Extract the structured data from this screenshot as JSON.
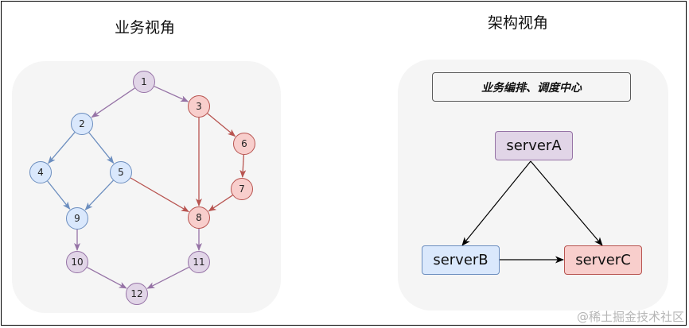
{
  "left_title": "业务视角",
  "right_title": "架构视角",
  "dag": {
    "nodes": [
      {
        "id": "1",
        "label": "1",
        "color": "purple"
      },
      {
        "id": "2",
        "label": "2",
        "color": "blue"
      },
      {
        "id": "3",
        "label": "3",
        "color": "red"
      },
      {
        "id": "4",
        "label": "4",
        "color": "blue"
      },
      {
        "id": "5",
        "label": "5",
        "color": "blue"
      },
      {
        "id": "6",
        "label": "6",
        "color": "red"
      },
      {
        "id": "7",
        "label": "7",
        "color": "red"
      },
      {
        "id": "8",
        "label": "8",
        "color": "red"
      },
      {
        "id": "9",
        "label": "9",
        "color": "blue"
      },
      {
        "id": "10",
        "label": "10",
        "color": "purple"
      },
      {
        "id": "11",
        "label": "11",
        "color": "purple"
      },
      {
        "id": "12",
        "label": "12",
        "color": "purple"
      }
    ],
    "edges": [
      {
        "from": "1",
        "to": "2",
        "color": "purple"
      },
      {
        "from": "1",
        "to": "3",
        "color": "purple"
      },
      {
        "from": "2",
        "to": "4",
        "color": "blue"
      },
      {
        "from": "2",
        "to": "5",
        "color": "blue"
      },
      {
        "from": "4",
        "to": "9",
        "color": "blue"
      },
      {
        "from": "5",
        "to": "9",
        "color": "blue"
      },
      {
        "from": "5",
        "to": "8",
        "color": "red"
      },
      {
        "from": "3",
        "to": "6",
        "color": "red"
      },
      {
        "from": "3",
        "to": "8",
        "color": "red"
      },
      {
        "from": "6",
        "to": "7",
        "color": "red"
      },
      {
        "from": "7",
        "to": "8",
        "color": "red"
      },
      {
        "from": "9",
        "to": "10",
        "color": "purple"
      },
      {
        "from": "8",
        "to": "11",
        "color": "purple"
      },
      {
        "from": "10",
        "to": "12",
        "color": "purple"
      },
      {
        "from": "11",
        "to": "12",
        "color": "purple"
      }
    ]
  },
  "architecture": {
    "hub_label": "业务编排、调度中心",
    "server_a": "serverA",
    "server_b": "serverB",
    "server_c": "serverC"
  },
  "colors": {
    "purple_fill": "#e1d5e7",
    "purple_stroke": "#9673a6",
    "blue_fill": "#dae8fc",
    "blue_stroke": "#6c8ebf",
    "red_fill": "#f8cecc",
    "red_stroke": "#b85450",
    "panel_bg": "#f5f5f5"
  },
  "watermark": "@稀土掘金技术社区"
}
